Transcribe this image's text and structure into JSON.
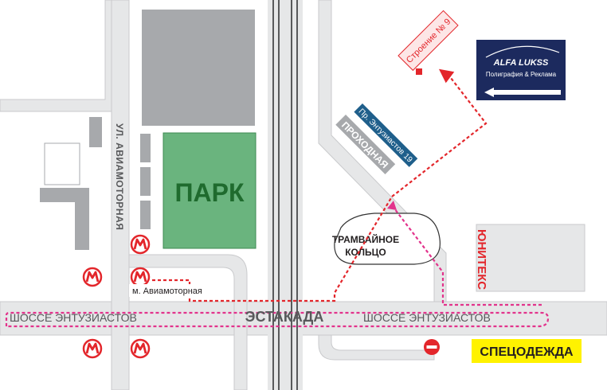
{
  "labels": {
    "park": "ПАРК",
    "street_aviamotornaya": "УЛ. АВИАМОТОРНАЯ",
    "metro_station": "м. Авиамоторная",
    "shosse_left": "ШОССЕ ЭНТУЗИАСТОВ",
    "shosse_right": "ШОССЕ ЭНТУЗИАСТОВ",
    "estakada": "ЭСТАКАДА",
    "tram_ring_1": "ТРАМВАЙНОЕ",
    "tram_ring_2": "КОЛЬЦО",
    "checkpoint": "ПРОХОДНАЯ",
    "address": "Пр. Энтузиастов 19",
    "building": "Строение № 9",
    "unitex": "ЮНИТЕКС",
    "specodezhda": "СПЕЦОДЕЖДА"
  },
  "logo": {
    "brand": "ALFA LUKSS",
    "tagline": "Полиграфия & Реклама"
  },
  "icons": {
    "metro": "metro-m-icon",
    "no_entry": "no-entry-sign-icon"
  },
  "colors": {
    "road": "#e6e7e8",
    "road_edge": "#c9cacc",
    "building": "#a7a9ac",
    "park": "#6ab47e",
    "park_text": "#1f6b2e",
    "route_red": "#e3262b",
    "route_pink": "#e2338c",
    "metro_red": "#e3262b",
    "address_blue": "#1f5f8b",
    "logo_navy": "#1c2a5e",
    "banner_yellow": "#fff200"
  }
}
